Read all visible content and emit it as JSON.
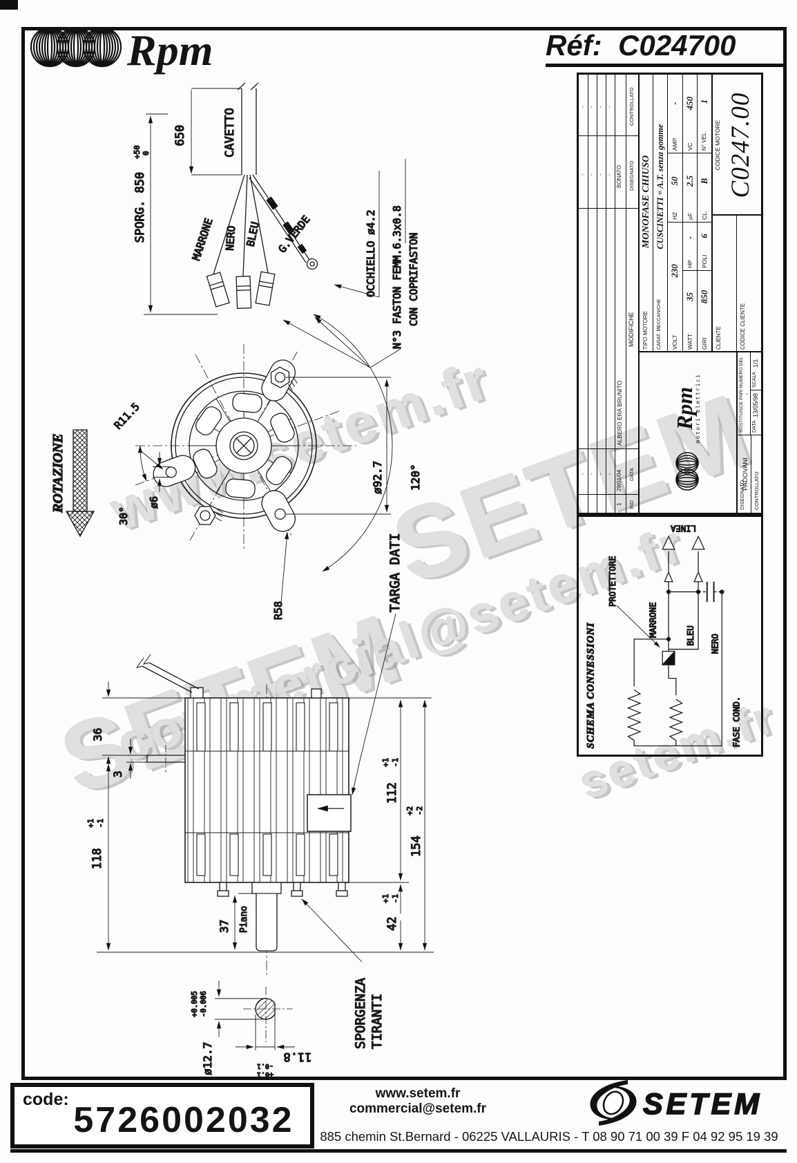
{
  "header": {
    "brand": "Rpm",
    "ref_label": "Réf:",
    "ref_value": "C024700"
  },
  "logo": {
    "brand": "Rpm",
    "sub": "motori elettrici"
  },
  "title_block": {
    "dash": "-",
    "rev_headers": {
      "ind": "IND",
      "data": "DATA",
      "modifiche": "MODIFICHE",
      "disegnato": "DISEGNATO",
      "controllato": "CONTROLLATO"
    },
    "rev_row": {
      "ind": "1",
      "data": "29/01/04",
      "desc": "ALBERO ERA BRUNITO",
      "firm": "BONATO"
    },
    "tipo_label": "TIPO MOTORE",
    "tipo": "MONOFASE CHIUSO",
    "carat_label": "CARAT. MECCANICHE",
    "carat": "CUSCINETTI = A.T. senza gomme",
    "volt_label": "VOLT",
    "volt": "230",
    "hz_label": "HZ",
    "hz": "50",
    "amp_label": "AMP.",
    "amp": "-",
    "watt_label": "WATT",
    "watt": "35",
    "hp_label": "HP",
    "hp": "-",
    "uf_label": "µF",
    "uf": "2.5",
    "vc_label": "VC",
    "vc": "450",
    "giri_label": "GIRI",
    "giri": "850",
    "poli_label": "POLI",
    "poli": "6",
    "cl_label": "CL.",
    "cl": "B",
    "nvel_label": "N° VEL.",
    "nvel": "1",
    "cliente_label": "CLIENTE",
    "codice_cliente_label": "CODICE CLIENTE",
    "codice_motore_label": "CODICE MOTORE",
    "codice_motore": "C0247.00",
    "sostituisce_label": "SOSTITUISCE PARI NUMERO DEL",
    "sostituisce": "-",
    "data_label": "DATA",
    "data": "13/05/98",
    "scala_label": "SCALA",
    "scala": "1/1",
    "disegnato_label": "DISEGNATO",
    "disegnato": "PADOVANI",
    "controllato_label": "CONTROLLATO"
  },
  "schema": {
    "title": "SCHEMA CONNESSIONI",
    "protettore": "PROTETTORE",
    "marrone": "MARRONE",
    "bleu": "BLEU",
    "nero": "NERO",
    "linea": "LINEA",
    "fase_cond": "FASE COND."
  },
  "drawing": {
    "cavetto": "CAVETTO",
    "dim650": "650",
    "sporg": "SPORG. 850",
    "sporg_p": "+50",
    "sporg_m": "0",
    "marrone": "MARRONE",
    "nero": "NERO",
    "bleu": "BLEU",
    "gverde": "G.VERDE",
    "occhiello": "OCCHIELLO ø4.2",
    "faston": "N°3 FASTON FEMM.6.3x0.8",
    "coprifaston": "CON COPRIFASTON",
    "rotazione": "ROTAZIONE",
    "r115": "R11.5",
    "dia6": "ø6",
    "deg30": "30°",
    "dia927": "ø92.7",
    "deg120": "120°",
    "r58": "R58",
    "targa": "TARGA DATI",
    "d36": "36",
    "d3": "3",
    "d118": "118",
    "d112": "112",
    "d154": "154",
    "d42": "42",
    "d37": "37",
    "piano": "Piano",
    "p1": "+1",
    "m1": "-1",
    "p2": "+2",
    "m2": "-2",
    "sporgenza": "SPORGENZA",
    "tiranti": "TIRANTI",
    "dia127": "ø12.7",
    "p0005": "+0.005",
    "m0006": "-0.006",
    "d118s": "11.8",
    "p01": "+0.1",
    "m01": "-0.1"
  },
  "watermark": {
    "w1": "www.setem.fr",
    "w2": "SETEM",
    "w3": "SETEM",
    "w4": "commercial@setem.fr",
    "w5": "setem.fr"
  },
  "footer": {
    "code_label": "code:",
    "code": "5726002032",
    "site": "www.setem.fr",
    "email": "commercial@setem.fr",
    "address": "885 chemin St.Bernard  -  06225 VALLAURIS  -  T 08 90 71 00 39   F 04 92 95 19 39",
    "brand": "SETEM"
  }
}
